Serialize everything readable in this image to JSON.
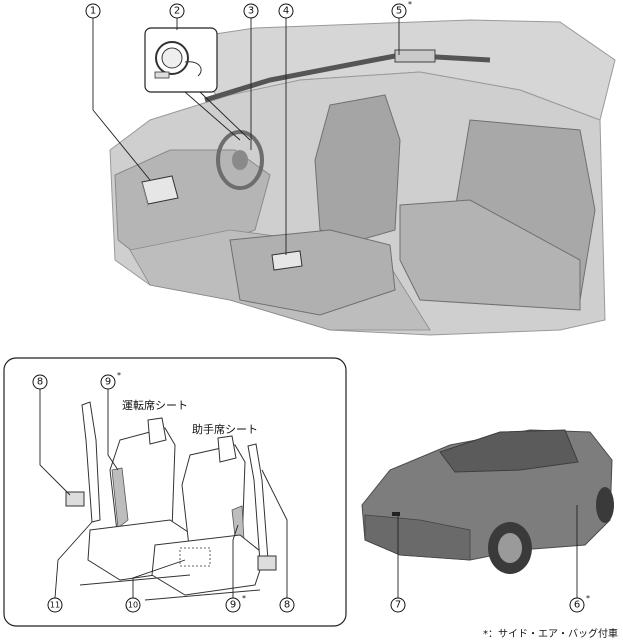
{
  "callouts": [
    {
      "n": "1",
      "star": ""
    },
    {
      "n": "2",
      "star": ""
    },
    {
      "n": "3",
      "star": ""
    },
    {
      "n": "4",
      "star": ""
    },
    {
      "n": "5",
      "star": "*"
    },
    {
      "n": "6",
      "star": "*"
    },
    {
      "n": "7",
      "star": ""
    },
    {
      "n": "8",
      "star": ""
    },
    {
      "n": "9",
      "star": "*"
    },
    {
      "n": "10",
      "star": ""
    },
    {
      "n": "11",
      "star": ""
    },
    {
      "n": "8",
      "star": ""
    },
    {
      "n": "9",
      "star": "*"
    }
  ],
  "labels": {
    "driver_seat": "運転席シート",
    "passenger_seat": "助手席シート"
  },
  "footnote": "*：サイド・エア・バッグ付車",
  "colors": {
    "interior_fill": "#c9c9c9",
    "interior_dark": "#8c8c8c",
    "car_body": "#7d7d7d",
    "line": "#222222"
  }
}
